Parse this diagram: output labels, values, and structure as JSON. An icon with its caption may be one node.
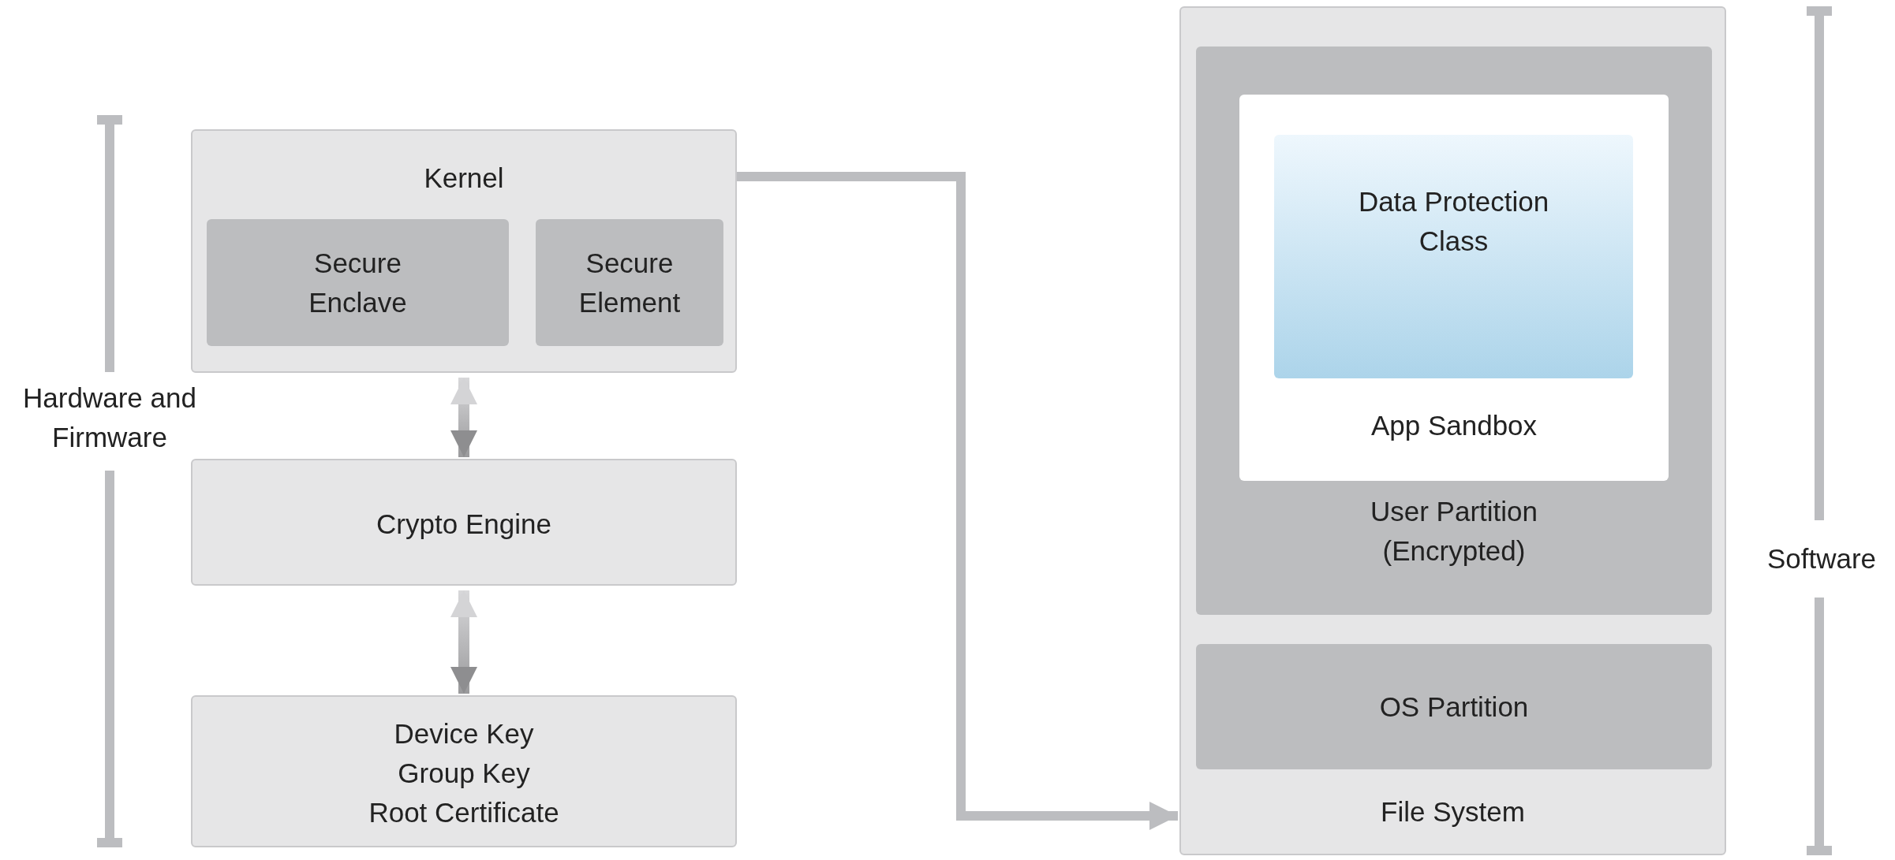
{
  "diagram": {
    "nodes": [
      {
        "text": [
          "Kernel"
        ]
      },
      {
        "text": [
          "Secure Enclave"
        ],
        "in": 0
      },
      {
        "text": [
          "Secure Element"
        ],
        "in": 0
      },
      {
        "text": [
          "Crypto Engine"
        ]
      },
      {
        "text": [
          "Device Key",
          "Group Key",
          "Root Certificate"
        ]
      },
      {
        "text": [
          "File System"
        ]
      },
      {
        "text": [
          "User Partition (Encrypted)"
        ],
        "in": 5
      },
      {
        "text": [
          "App Sandbox"
        ],
        "in": 6
      },
      {
        "text": [
          "Data Protection Class"
        ],
        "in": 7
      },
      {
        "text": [
          "OS Partition"
        ],
        "in": 5
      }
    ],
    "edges": [
      {
        "from": 0,
        "to": 3,
        "arrow": "both"
      },
      {
        "from": 3,
        "to": 4,
        "arrow": "both"
      },
      {
        "from": 0,
        "to": 5,
        "arrow": "to",
        "color": "#bcbdc0"
      }
    ],
    "labels": [
      "Hardware and Firmware",
      "Software"
    ]
  }
}
